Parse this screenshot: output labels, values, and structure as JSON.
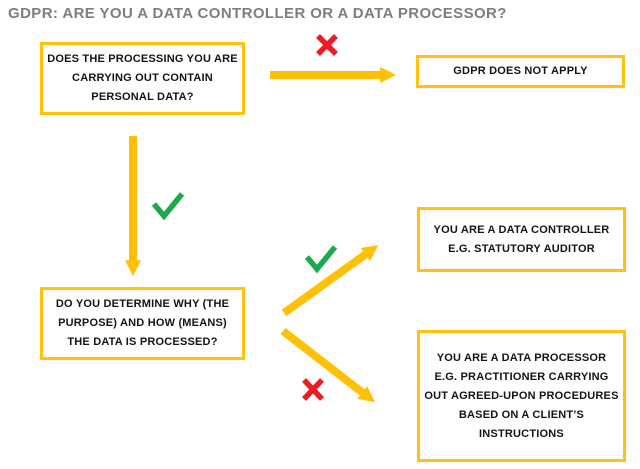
{
  "page_title": "GDPR: ARE YOU A DATA CONTROLLER OR A DATA PROCESSOR?",
  "colors": {
    "arrow_yellow": "#FFC107",
    "box_border_yellow": "#FFC20E",
    "check_green": "#1BA94C",
    "cross_red": "#EC1B24",
    "title_gray": "#7E7E7E",
    "text_black": "#141414",
    "background": "#FFFFFF"
  },
  "icons": {
    "yes_check": {
      "glyph": "✓",
      "color": "#1BA94C",
      "meaning": "yes"
    },
    "no_cross": {
      "glyph": "✕",
      "color": "#EC1B24",
      "meaning": "no"
    }
  },
  "flowchart": {
    "question_personal_data": {
      "lines": [
        "DOES THE PROCESSING YOU ARE",
        "CARRYING OUT CONTAIN",
        "PERSONAL DATA?"
      ]
    },
    "outcome_not_apply": {
      "lines": [
        "GDPR DOES NOT APPLY"
      ]
    },
    "question_determine": {
      "lines": [
        "DO YOU DETERMINE WHY (THE",
        "PURPOSE) AND HOW (MEANS)",
        "THE DATA IS PROCESSED?"
      ]
    },
    "outcome_controller": {
      "lines": [
        "YOU ARE A DATA CONTROLLER",
        "E.G. STATUTORY AUDITOR"
      ]
    },
    "outcome_processor": {
      "lines": [
        "YOU ARE A DATA PROCESSOR",
        "E.G. PRACTITIONER CARRYING",
        "OUT AGREED-UPON PROCEDURES",
        "BASED ON A CLIENT’S",
        "INSTRUCTIONS"
      ]
    }
  }
}
